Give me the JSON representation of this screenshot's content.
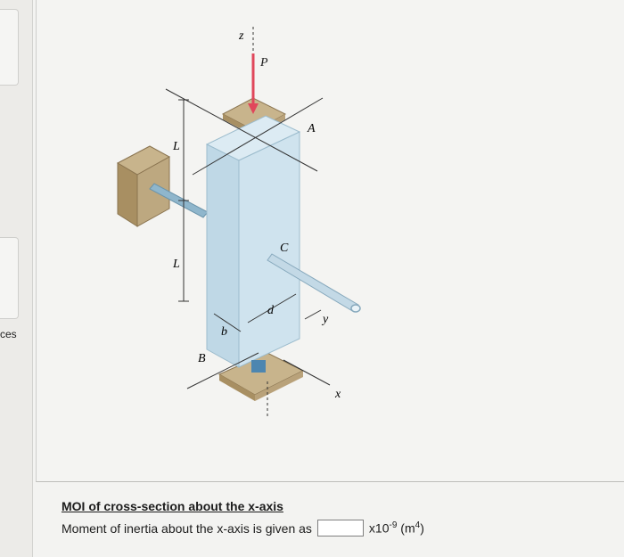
{
  "sidebar": {
    "partial_label": "ces"
  },
  "figure": {
    "labels": {
      "z": "z",
      "P": "P",
      "A": "A",
      "L_top": "L",
      "L_bottom": "L",
      "C": "C",
      "d": "d",
      "b": "b",
      "y": "y",
      "B": "B",
      "x": "x"
    },
    "colors": {
      "column": "#c9dfea",
      "column_dark": "#9fc0d2",
      "block": "#c8b48c",
      "block_dark": "#a88f62",
      "load_arrow": "#e0475b"
    }
  },
  "question": {
    "title": "MOI of cross-section about the x-axis",
    "prompt": "Moment of inertia about the x-axis is given as",
    "answer_value": "",
    "unit_prefix": "x10",
    "unit_exponent": "-9",
    "unit_open": " (m",
    "unit_power": "4",
    "unit_close": ")"
  }
}
